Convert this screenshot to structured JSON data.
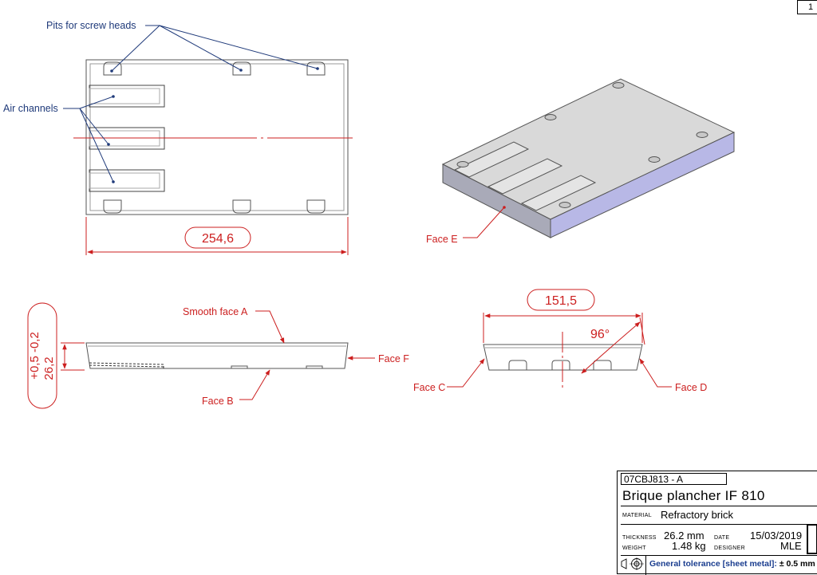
{
  "sheet": {
    "number": "1"
  },
  "callouts": {
    "pits": "Pits for screw heads",
    "air_channels": "Air channels",
    "face_e": "Face E",
    "smooth_face_a": "Smooth face A",
    "face_f": "Face F",
    "face_b": "Face B",
    "face_c": "Face C",
    "face_d": "Face D"
  },
  "dimensions": {
    "length": "254,6",
    "thickness_value": "26,2",
    "thickness_tolerance": "+0,5 -0,2",
    "width": "151,5",
    "angle": "96°"
  },
  "title_block": {
    "ref": "07CBJ813 - A",
    "title": "Brique plancher IF 810",
    "material_label": "MATERIAL",
    "material": "Refractory brick",
    "thickness_label": "THICKNESS",
    "thickness": "26.2 mm",
    "weight_label": "WEIGHT",
    "weight": "1.48 kg",
    "date_label": "DATE",
    "date": "15/03/2019",
    "designer_label": "DESIGNER",
    "designer": "MLE",
    "tolerance_label": "General tolerance [sheet metal]:",
    "tolerance_value": "± 0.5 mm"
  },
  "colors": {
    "callout": "#1f3a7a",
    "dimension": "#cc1f1f",
    "outline": "#555555",
    "iso_top": "#d9d9d9",
    "iso_side": "#a9aab8",
    "iso_end": "#b8b8e6"
  }
}
